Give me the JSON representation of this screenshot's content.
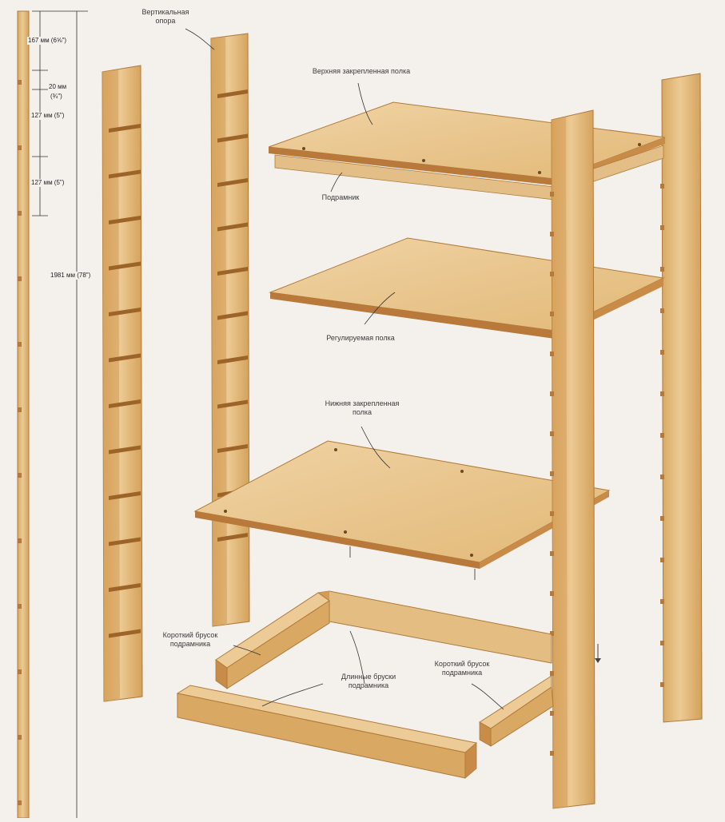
{
  "dimensions": {
    "d1": "167 мм (6⅝\")",
    "d2": "20 мм",
    "d2b": "(¾\")",
    "d3": "127 мм (5\")",
    "d4": "127 мм (5\")",
    "total": "1981 мм (78\")"
  },
  "labels": {
    "vertical_support": "Вертикальная\nопора",
    "top_fixed_shelf": "Верхняя закрепленная полка",
    "frame": "Подрамник",
    "adjustable_shelf": "Регулируемая полка",
    "bottom_fixed_shelf": "Нижняя закрепленная\nполка",
    "short_bar_left": "Короткий брусок\nподрамника",
    "long_bars": "Длинные бруски\nподрамника",
    "short_bar_right": "Короткий брусок\nподрамника"
  },
  "colors": {
    "wood": "#e6c38a",
    "wood_dark": "#c9974e",
    "wood_edge": "#b07a3a",
    "shelf_top": "#e9c898"
  }
}
